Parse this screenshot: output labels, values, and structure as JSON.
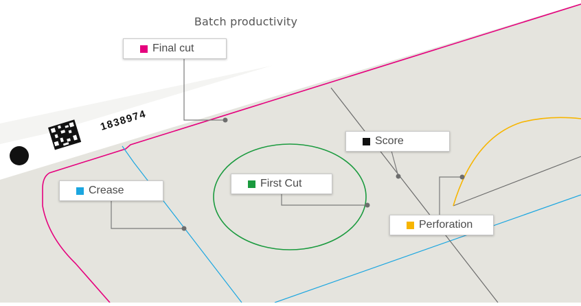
{
  "title": "Batch productivity",
  "sheet_number": "1838974",
  "labels": {
    "final_cut": "Final cut",
    "crease": "Crease",
    "first_cut": "First Cut",
    "score": "Score",
    "perforation": "Perforation"
  },
  "colors": {
    "final_cut": "#e5007d",
    "crease": "#1ba6e0",
    "first_cut": "#1a9a3e",
    "score": "#111111",
    "perforation": "#f7b500",
    "sheet": "#e5e4de"
  }
}
